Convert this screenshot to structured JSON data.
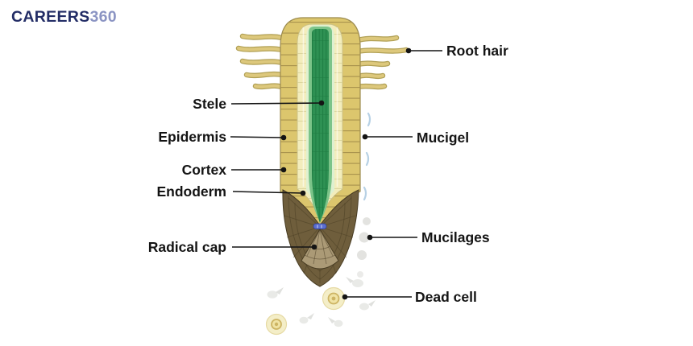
{
  "brand": {
    "bold": "CAREERS",
    "light": "360"
  },
  "diagram": {
    "labels": {
      "stele": {
        "text": "Stele",
        "side": "left"
      },
      "epidermis": {
        "text": "Epidermis",
        "side": "left"
      },
      "cortex": {
        "text": "Cortex",
        "side": "left"
      },
      "endoderm": {
        "text": "Endoderm",
        "side": "left"
      },
      "radical_cap": {
        "text": "Radical cap",
        "side": "left"
      },
      "root_hair": {
        "text": "Root hair",
        "side": "right"
      },
      "mucigel": {
        "text": "Mucigel",
        "side": "right"
      },
      "mucilages": {
        "text": "Mucilages",
        "side": "right"
      },
      "dead_cell": {
        "text": "Dead cell",
        "side": "right"
      }
    },
    "colors": {
      "epidermis": "#dcc66d",
      "cortex": "#f3edbc",
      "endoderm": "#dff0d0",
      "stele_edge": "#7cc489",
      "stele_core": "#2e9153",
      "stele_lines": "#1e7c41",
      "root_cap_outer": "#6f5e3c",
      "root_cap_inner": "#ab9a76",
      "root_hair": "#ddc87c",
      "mucigel_mark": "#aac9e0",
      "mucilage_droplet": "#e3e3e0",
      "dead_cell_body": "#f4eec8",
      "tip_marker": "#5b6ed0",
      "leader_line": "#141414",
      "logo_primary": "#232d66",
      "logo_secondary": "#8b94c3"
    }
  }
}
